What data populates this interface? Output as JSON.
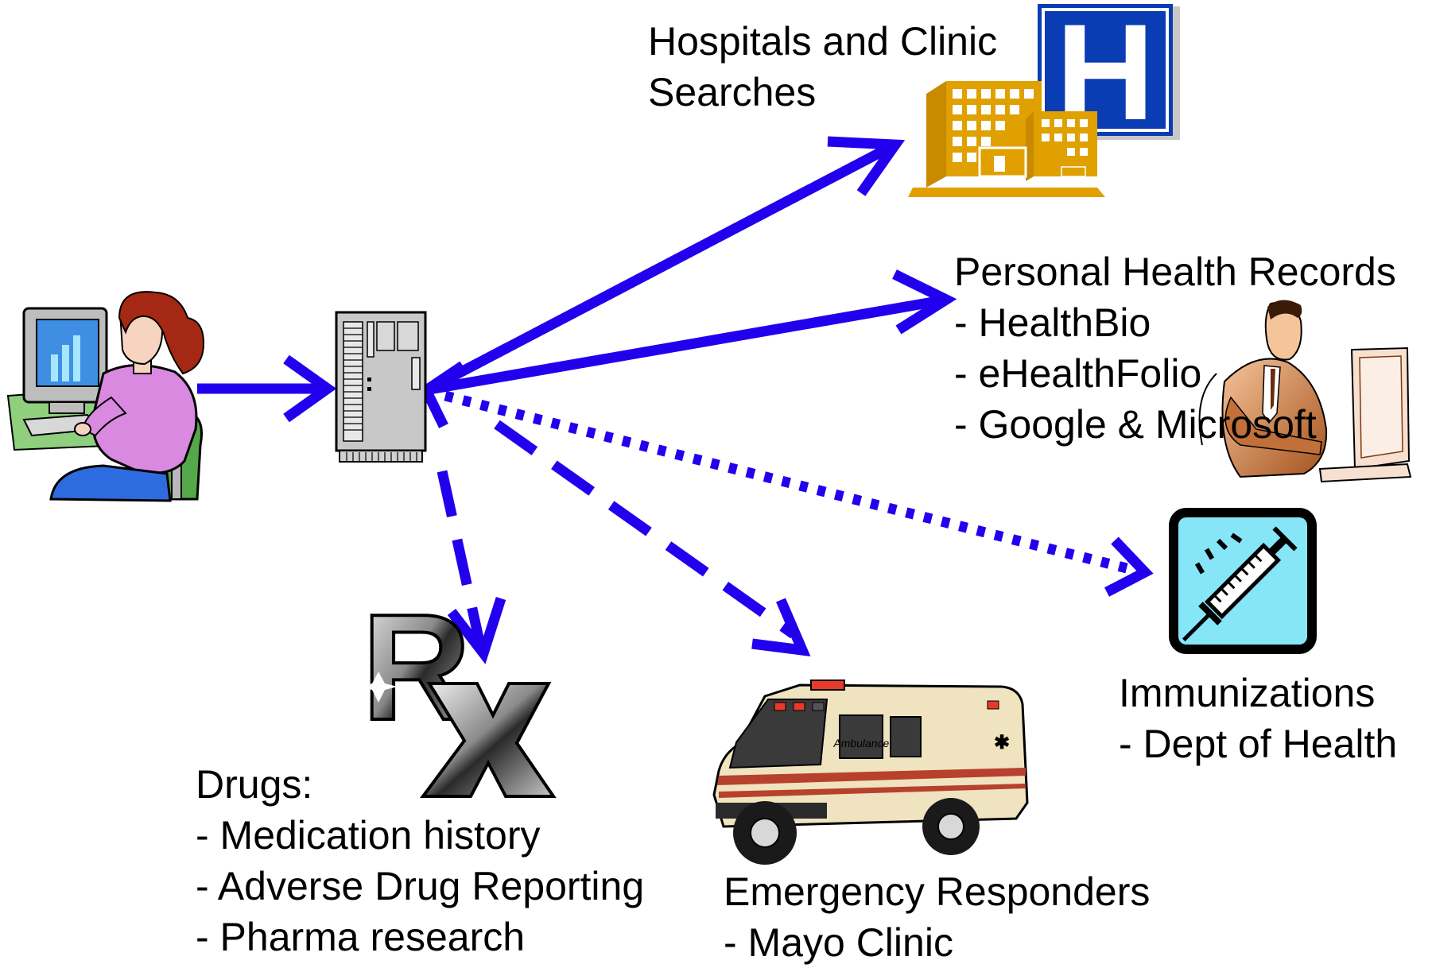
{
  "hospitals": {
    "lines": [
      "Hospitals and Clinic",
      "Searches"
    ],
    "icon_letter": "H"
  },
  "phr": {
    "lines": [
      "Personal Health Records",
      "- HealthBio",
      "- eHealthFolio",
      "- Google & Microsoft"
    ]
  },
  "immunizations": {
    "lines": [
      "Immunizations",
      "- Dept of Health"
    ]
  },
  "drugs": {
    "lines": [
      "Drugs:",
      "- Medication history",
      "- Adverse Drug Reporting",
      "- Pharma research"
    ],
    "icon_text": "R"
  },
  "emergency": {
    "lines": [
      "Emergency Responders",
      "- Mayo Clinic"
    ],
    "vehicle_text": "Ambulance"
  },
  "colors": {
    "arrow": "#2200ee",
    "hospital_orange": "#e0a000",
    "hospital_sign": "#0a3cb4",
    "syringe_bg": "#86e6f8",
    "user_shirt": "#d98ae0",
    "chair": "#55a84a",
    "ambulance_body": "#efe3c0",
    "ambulance_stripe": "#b7412c"
  }
}
